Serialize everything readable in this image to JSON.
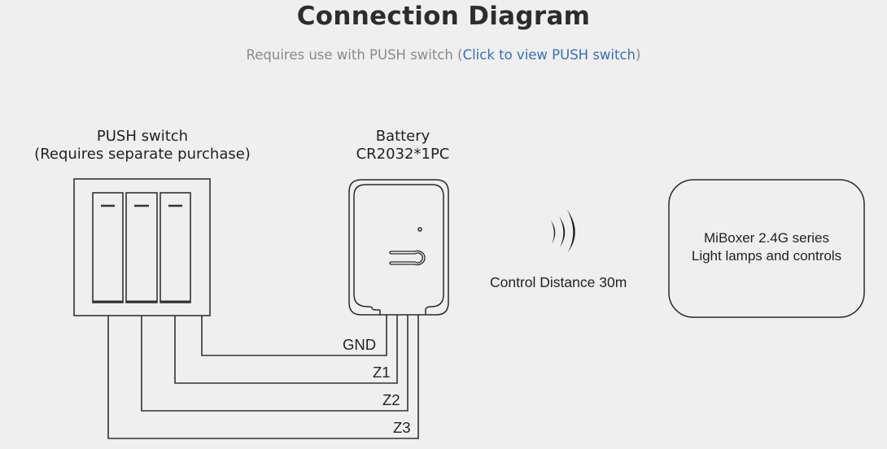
{
  "header": {
    "title": "Connection Diagram",
    "subtitle_prefix": "Requires use with PUSH switch (",
    "subtitle_link": "Click to view PUSH switch",
    "subtitle_suffix": ")",
    "link_color": "#3b6fb0"
  },
  "push_switch": {
    "label_line1": "PUSH switch",
    "label_line2": "(Requires separate purchase)",
    "button_count": 3
  },
  "battery": {
    "label_line1": "Battery",
    "label_line2": "CR2032*1PC"
  },
  "wireless": {
    "icon": "wireless-signal-icon",
    "label": "Control Distance 30m"
  },
  "receiver": {
    "line1": "MiBoxer 2.4G series",
    "line2": "Light lamps and controls"
  },
  "wires": [
    {
      "label": "GND"
    },
    {
      "label": "Z1"
    },
    {
      "label": "Z2"
    },
    {
      "label": "Z3"
    }
  ]
}
